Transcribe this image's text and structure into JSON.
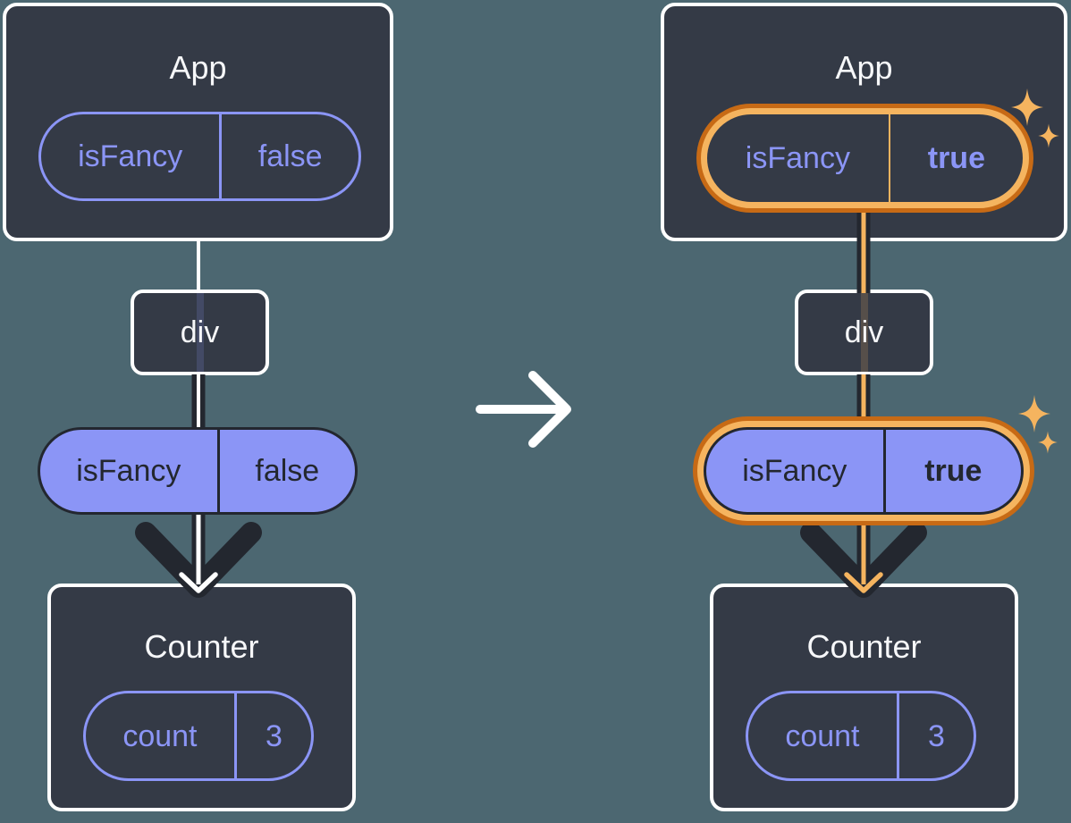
{
  "diagram": "react-parent-state-passed-as-props",
  "colors": {
    "background": "#4C6771",
    "box_fill": "#343A46",
    "box_border": "#FFFFFF",
    "accent_purple": "#8B95F6",
    "dark_ink": "#23272F",
    "highlight_orange_light": "#F5B45F",
    "highlight_orange_dark": "#C76A15",
    "plain_flow_line": "#FFFFFF"
  },
  "transition_arrow": {
    "icon": "right-arrow",
    "direction": "right"
  },
  "before": {
    "app": {
      "title": "App",
      "state": {
        "name": "isFancy",
        "value": "false"
      },
      "highlighted": false
    },
    "div": {
      "label": "div"
    },
    "prop": {
      "name": "isFancy",
      "value": "false",
      "highlighted": false
    },
    "counter": {
      "title": "Counter",
      "state": {
        "name": "count",
        "value": "3"
      }
    }
  },
  "after": {
    "app": {
      "title": "App",
      "state": {
        "name": "isFancy",
        "value": "true"
      },
      "highlighted": true
    },
    "div": {
      "label": "div"
    },
    "prop": {
      "name": "isFancy",
      "value": "true",
      "highlighted": true
    },
    "counter": {
      "title": "Counter",
      "state": {
        "name": "count",
        "value": "3"
      }
    }
  }
}
